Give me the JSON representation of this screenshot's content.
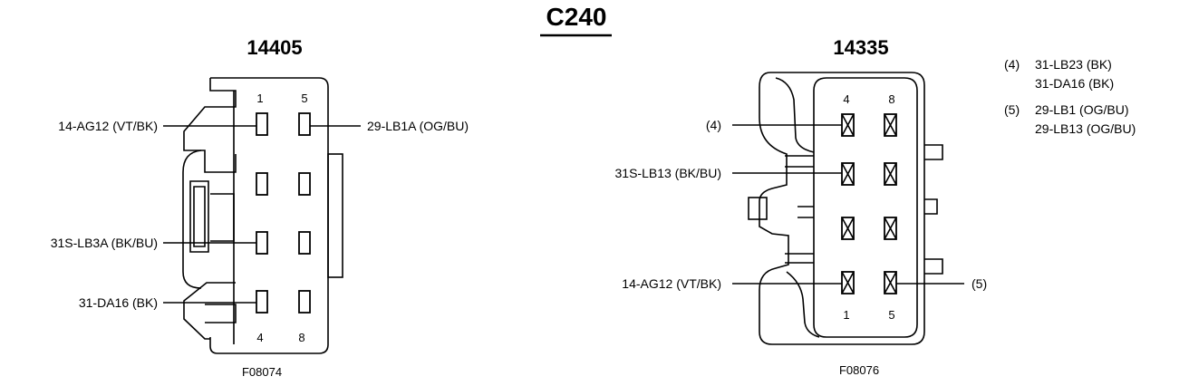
{
  "title": "C240",
  "left_connector": {
    "part_number": "14405",
    "figure_id": "F08074",
    "pin_top_left": "1",
    "pin_top_right": "5",
    "pin_bottom_left": "4",
    "pin_bottom_right": "8",
    "wires": [
      {
        "label": "14-AG12 (VT/BK)"
      },
      {
        "label": "29-LB1A (OG/BU)"
      },
      {
        "label": "31S-LB3A (BK/BU)"
      },
      {
        "label": "31-DA16 (BK)"
      }
    ]
  },
  "right_connector": {
    "part_number": "14335",
    "figure_id": "F08076",
    "pin_top_left": "4",
    "pin_top_right": "8",
    "pin_bottom_left": "1",
    "pin_bottom_right": "5",
    "wires": [
      {
        "label": "(4)"
      },
      {
        "label": "31S-LB13 (BK/BU)"
      },
      {
        "label": "14-AG12 (VT/BK)"
      },
      {
        "label": "(5)"
      }
    ]
  },
  "splice_legend": [
    {
      "ref": "(4)",
      "lines": [
        "31-LB23 (BK)",
        "31-DA16 (BK)"
      ]
    },
    {
      "ref": "(5)",
      "lines": [
        "29-LB1 (OG/BU)",
        "29-LB13 (OG/BU)"
      ]
    }
  ]
}
